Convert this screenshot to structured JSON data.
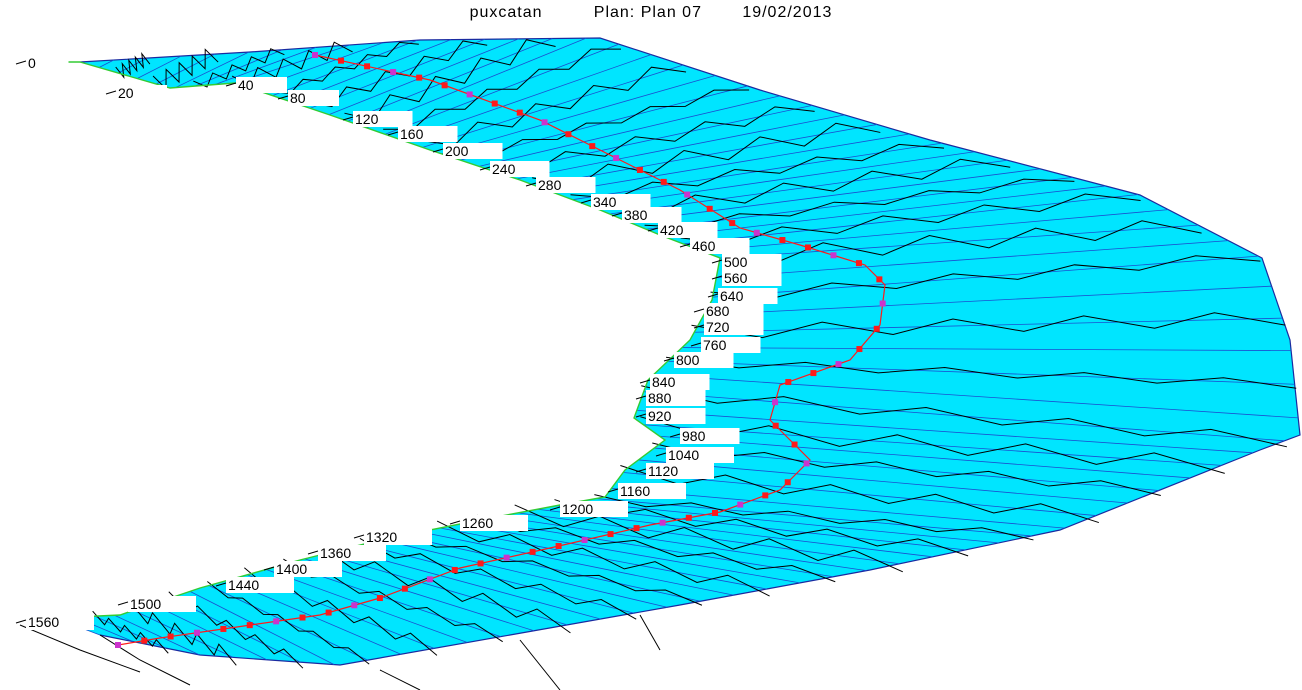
{
  "header": {
    "project": "puxcatan",
    "plan": "Plan: Plan 07",
    "date": "19/02/2013"
  },
  "colors": {
    "water": "#00e5ff",
    "xs_line": "#1a4fd0",
    "bank": "#33cc33",
    "channel": "#ff1a1a",
    "channel_marker": "#cc33cc",
    "terrain": "#000000"
  },
  "stations": [
    "0",
    "20",
    "40",
    "80",
    "120",
    "160",
    "200",
    "240",
    "280",
    "340",
    "380",
    "420",
    "460",
    "500",
    "560",
    "640",
    "680",
    "720",
    "760",
    "800",
    "840",
    "880",
    "920",
    "980",
    "1040",
    "1120",
    "1160",
    "1200",
    "1260",
    "1320",
    "1360",
    "1400",
    "1440",
    "1500",
    "1560"
  ]
}
